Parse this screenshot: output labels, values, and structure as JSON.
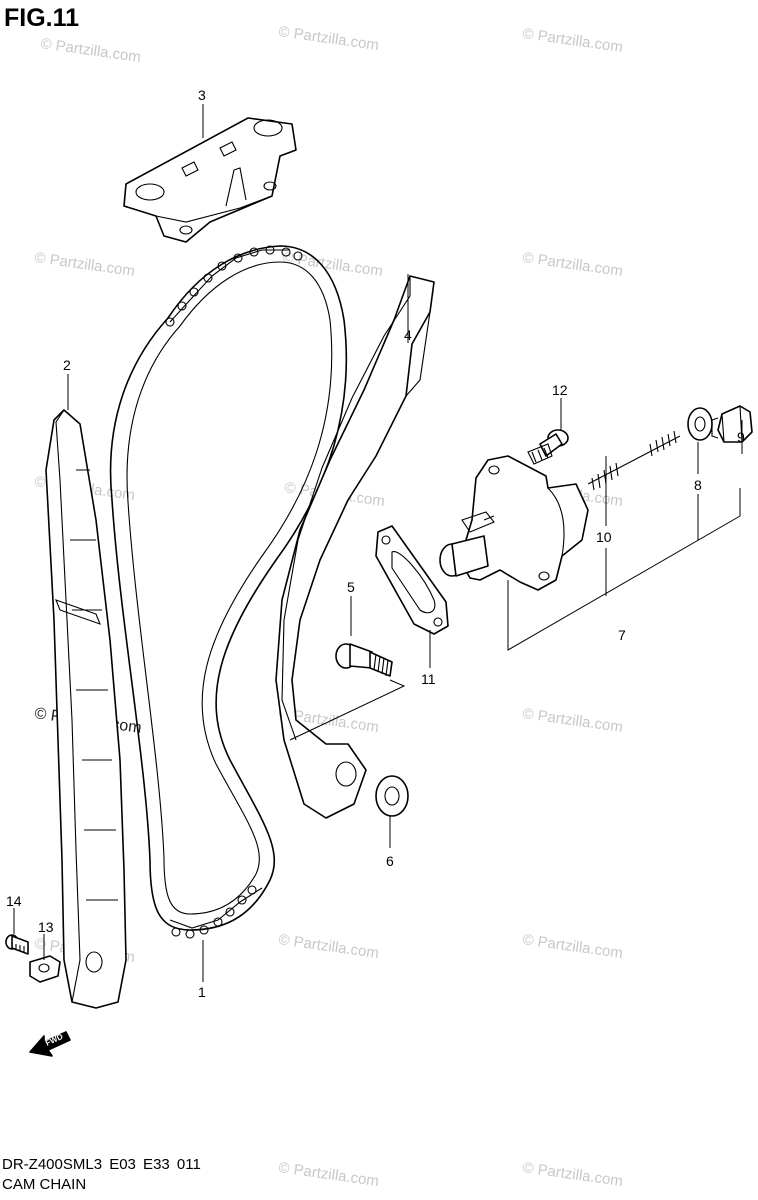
{
  "figure": {
    "title": "FIG.11",
    "model_code": "DR-Z400SML3  E03  E33  011",
    "name": "CAM CHAIN"
  },
  "callouts": [
    "1",
    "2",
    "3",
    "4",
    "5",
    "6",
    "7",
    "8",
    "9",
    "10",
    "11",
    "12",
    "13",
    "14"
  ],
  "watermark": {
    "text": "© Partzilla.com",
    "color": "#c8c8c8"
  },
  "fwd_label": "FWD"
}
